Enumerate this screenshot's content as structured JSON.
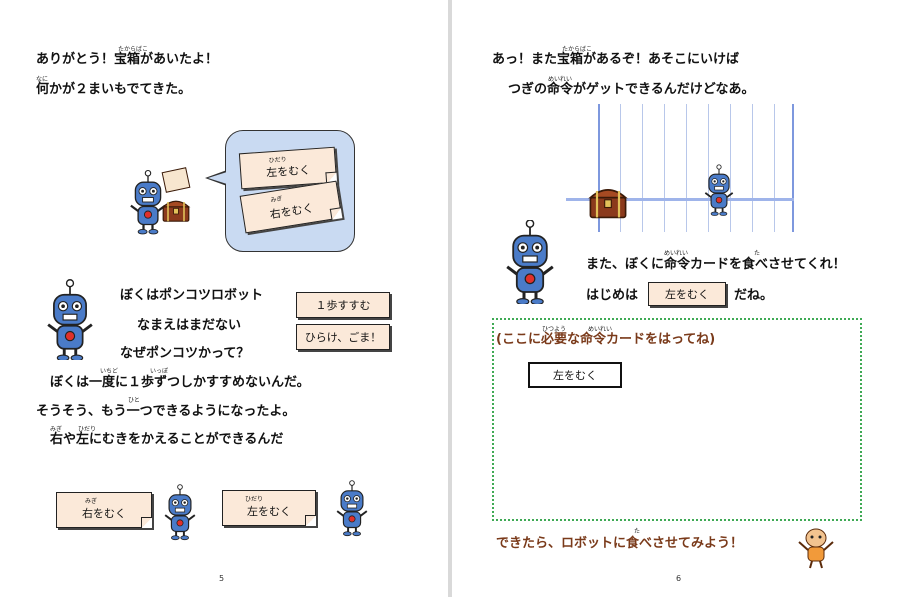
{
  "left_page": {
    "lines": [
      {
        "text": "ありがとう！宝箱があいたよ！",
        "ruby": "たからばこ"
      },
      {
        "text": "何かが２まいもでてきた。",
        "ruby": "なに"
      },
      {
        "text": "ぼくはポンコツロボット"
      },
      {
        "text": "なまえはまだない"
      },
      {
        "text": "なぜポンコツかって？"
      },
      {
        "text": "ぼくは一度に１歩ずつしかすすめないんだ。",
        "ruby1": "いちど",
        "ruby2": "いっぽ"
      },
      {
        "text": "そうそう、もう一つできるようになったよ。",
        "ruby": "ひと"
      },
      {
        "text": "右や左にむきをかえることができるんだ",
        "ruby1": "みぎ",
        "ruby2": "ひだり"
      }
    ],
    "bubble_cards": [
      {
        "label": "左をむく",
        "ruby": "ひだり"
      },
      {
        "label": "右をむく",
        "ruby": "みぎ"
      }
    ],
    "side_cards": [
      "１歩すすむ",
      "ひらけ、ごま！"
    ],
    "bottom_cards": [
      {
        "label": "右をむく",
        "ruby": "みぎ"
      },
      {
        "label": "左をむく",
        "ruby": "ひだり"
      }
    ],
    "page_number": "5"
  },
  "right_page": {
    "lines": [
      {
        "text": "あっ！また宝箱があるぞ！あそこにいけば",
        "ruby": "たからばこ"
      },
      {
        "text": "つぎの命令がゲットできるんだけどなあ。",
        "ruby": "めいれい"
      },
      {
        "text": "また、ぼくに命令カードを食べさせてくれ！",
        "ruby1": "めいれい",
        "ruby2": "た"
      },
      {
        "text_before": "はじめは",
        "text_after": "だね。",
        "card": "左をむく"
      }
    ],
    "box_heading": {
      "text": "(ここに必要な命令カードをはってね)",
      "ruby1": "ひつよう",
      "ruby2": "めいれい"
    },
    "box_card": "左をむく",
    "footer": {
      "text": "できたら、ロボットに食べさせてみよう！",
      "ruby": "た"
    },
    "page_number": "6"
  },
  "colors": {
    "bubble": "#c9daf2",
    "card": "#fbe9d9",
    "robot_body": "#4a7bc8",
    "box_border": "#3faa55",
    "brown_text": "#7a3a1a"
  }
}
